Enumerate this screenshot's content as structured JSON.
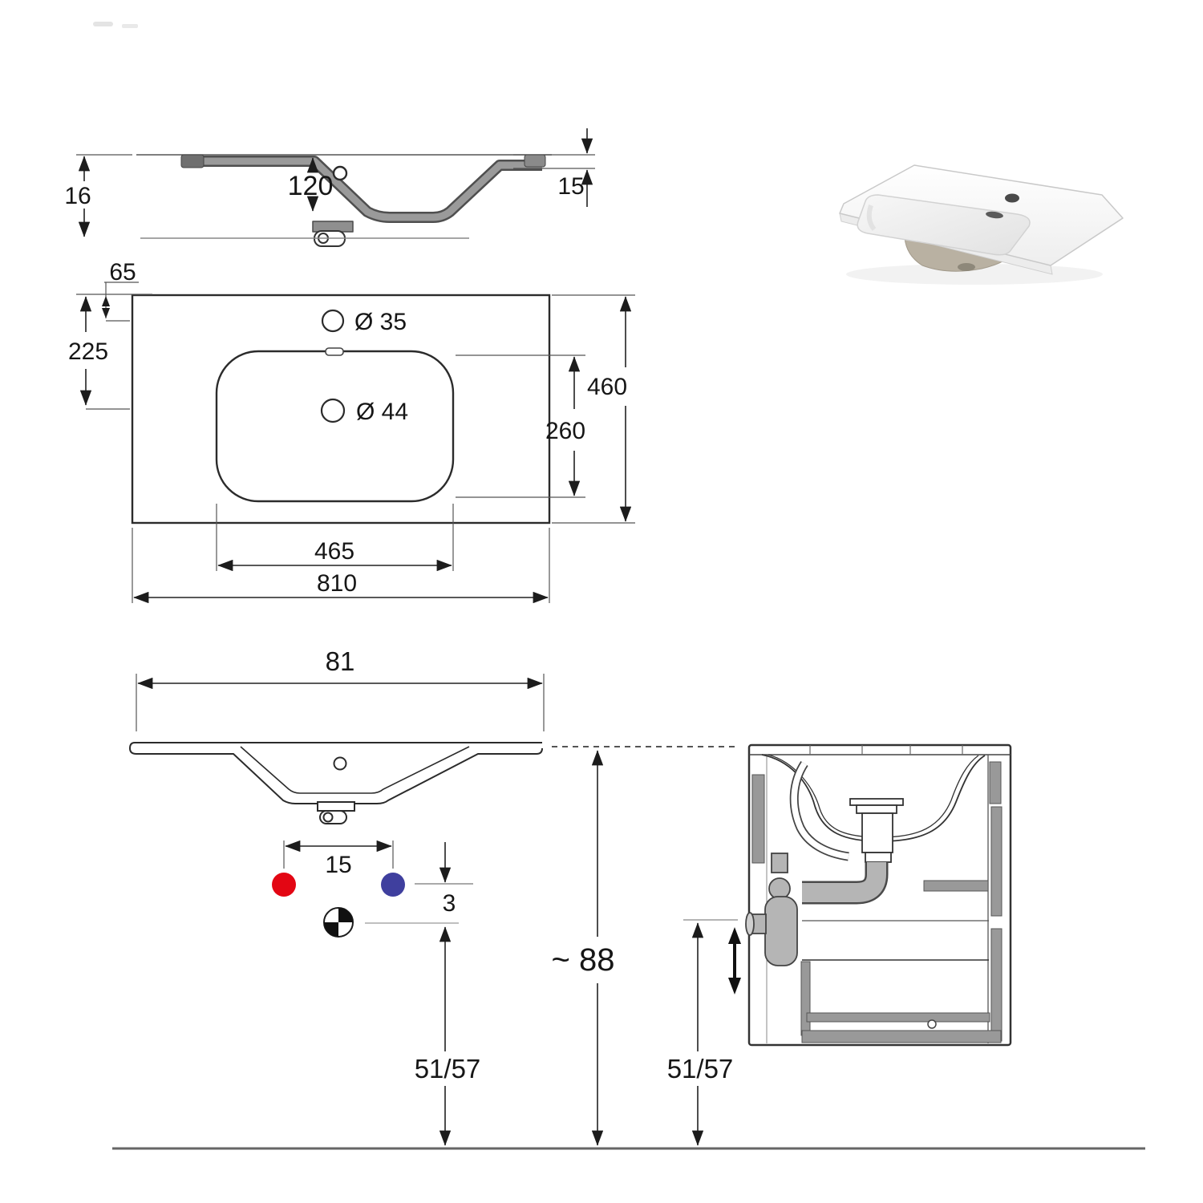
{
  "section_view": {
    "total_height": "16",
    "basin_depth": "120",
    "rim_height": "15"
  },
  "plan_view": {
    "faucet_back_offset": "65",
    "drain_back_offset": "225",
    "faucet_hole_diameter": "Ø 35",
    "drain_hole_diameter": "Ø 44",
    "overall_depth": "460",
    "basin_depth": "260",
    "basin_width": "465",
    "overall_width": "810"
  },
  "front_view": {
    "overall_width": "81",
    "tap_spacing": "15",
    "drain_offset": "3",
    "approx_total_height": "~ 88",
    "drain_floor_height": "51/57"
  },
  "cabinet_view": {
    "trap_floor_height": "51/57"
  },
  "colors": {
    "hot_water": "#e30613",
    "cold_water": "#3f3f9e",
    "line": "#2b2b2b",
    "profile_gray": "#9a9a9a",
    "pipe_gray": "#b5b5b5",
    "panel_gray": "#999999",
    "basin_underside": "#b9b1a2"
  }
}
